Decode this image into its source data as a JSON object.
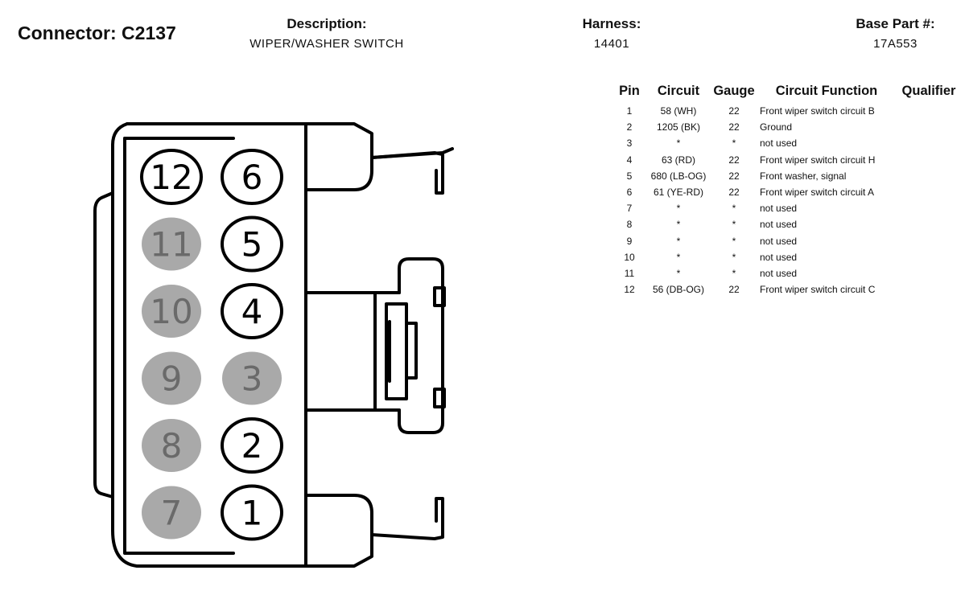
{
  "header": {
    "connector": "Connector: C2137",
    "description_label": "Description:",
    "description_value": "WIPER/WASHER SWITCH",
    "harness_label": "Harness:",
    "harness_value": "14401",
    "base_part_label": "Base Part #:",
    "base_part_value": "17A553"
  },
  "table": {
    "columns": [
      "Pin",
      "Circuit",
      "Gauge",
      "Circuit Function",
      "Qualifier"
    ],
    "rows": [
      {
        "pin": "1",
        "circuit": "58 (WH)",
        "gauge": "22",
        "function": "Front wiper switch circuit B",
        "qualifier": ""
      },
      {
        "pin": "2",
        "circuit": "1205 (BK)",
        "gauge": "22",
        "function": "Ground",
        "qualifier": ""
      },
      {
        "pin": "3",
        "circuit": "*",
        "gauge": "*",
        "function": "not used",
        "qualifier": ""
      },
      {
        "pin": "4",
        "circuit": "63 (RD)",
        "gauge": "22",
        "function": "Front wiper switch circuit H",
        "qualifier": ""
      },
      {
        "pin": "5",
        "circuit": "680 (LB-OG)",
        "gauge": "22",
        "function": "Front washer, signal",
        "qualifier": ""
      },
      {
        "pin": "6",
        "circuit": "61 (YE-RD)",
        "gauge": "22",
        "function": "Front wiper switch circuit A",
        "qualifier": ""
      },
      {
        "pin": "7",
        "circuit": "*",
        "gauge": "*",
        "function": "not used",
        "qualifier": ""
      },
      {
        "pin": "8",
        "circuit": "*",
        "gauge": "*",
        "function": "not used",
        "qualifier": ""
      },
      {
        "pin": "9",
        "circuit": "*",
        "gauge": "*",
        "function": "not used",
        "qualifier": ""
      },
      {
        "pin": "10",
        "circuit": "*",
        "gauge": "*",
        "function": "not used",
        "qualifier": ""
      },
      {
        "pin": "11",
        "circuit": "*",
        "gauge": "*",
        "function": "not used",
        "qualifier": ""
      },
      {
        "pin": "12",
        "circuit": "56 (DB-OG)",
        "gauge": "22",
        "function": "Front wiper switch circuit C",
        "qualifier": ""
      }
    ]
  },
  "diagram": {
    "pins": [
      {
        "label": "12",
        "used": true
      },
      {
        "label": "6",
        "used": true
      },
      {
        "label": "11",
        "used": false
      },
      {
        "label": "5",
        "used": true
      },
      {
        "label": "10",
        "used": false
      },
      {
        "label": "4",
        "used": true
      },
      {
        "label": "9",
        "used": false
      },
      {
        "label": "3",
        "used": false
      },
      {
        "label": "8",
        "used": false
      },
      {
        "label": "2",
        "used": true
      },
      {
        "label": "7",
        "used": false
      },
      {
        "label": "1",
        "used": true
      }
    ],
    "colors": {
      "used_fill": "#ffffff",
      "used_stroke": "#000000",
      "used_text": "#000000",
      "unused_fill": "#a9a9a9",
      "unused_text": "#6a6a6a"
    }
  }
}
